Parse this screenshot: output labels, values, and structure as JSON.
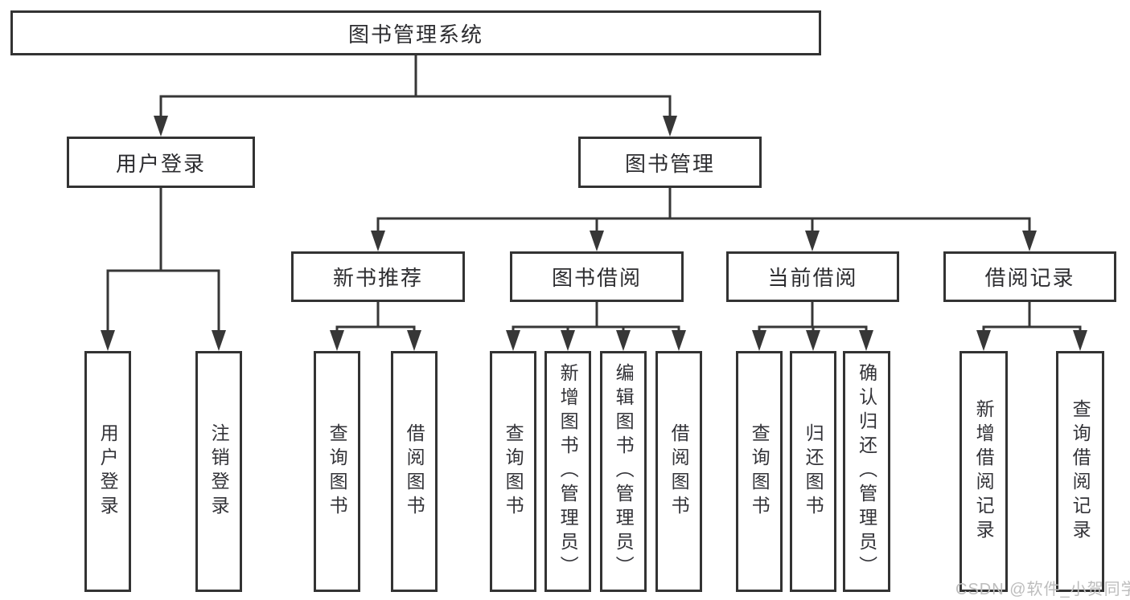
{
  "diagram": {
    "type": "tree",
    "title": "图书管理系统",
    "nodes": {
      "root": {
        "label": "图书管理系统"
      },
      "user_login": {
        "label": "用户登录"
      },
      "book_management": {
        "label": "图书管理"
      },
      "new_book_rec": {
        "label": "新书推荐"
      },
      "book_borrow": {
        "label": "图书借阅"
      },
      "current_borrow": {
        "label": "当前借阅"
      },
      "borrow_records": {
        "label": "借阅记录"
      }
    },
    "leaves": [
      {
        "label": "用户登录",
        "parent": "用户登录"
      },
      {
        "label": "注销登录",
        "parent": "用户登录"
      },
      {
        "label": "查询图书",
        "parent": "新书推荐"
      },
      {
        "label": "借阅图书",
        "parent": "新书推荐"
      },
      {
        "label": "查询图书",
        "parent": "图书借阅"
      },
      {
        "label": "新增图书（管理员）",
        "parent": "图书借阅"
      },
      {
        "label": "编辑图书（管理员）",
        "parent": "图书借阅"
      },
      {
        "label": "借阅图书",
        "parent": "图书借阅"
      },
      {
        "label": "查询图书",
        "parent": "当前借阅"
      },
      {
        "label": "归还图书",
        "parent": "当前借阅"
      },
      {
        "label": "确认归还（管理员）",
        "parent": "当前借阅"
      },
      {
        "label": "新增借阅记录",
        "parent": "借阅记录"
      },
      {
        "label": "查询借阅记录",
        "parent": "借阅记录"
      }
    ],
    "colors": {
      "line": "#373737",
      "box_border": "#333333",
      "text": "#2d2d30",
      "background": "#ffffff",
      "watermark": "#bdbdbd"
    }
  },
  "watermark": {
    "text": "CSDN @软件_小贺同学"
  }
}
